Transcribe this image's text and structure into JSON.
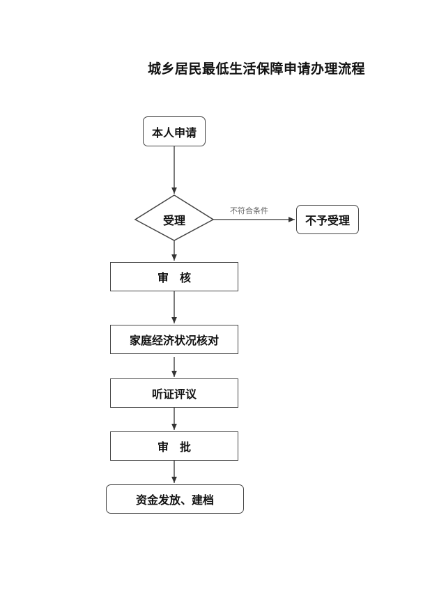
{
  "title": "城乡居民最低生活保障申请办理流程",
  "nodes": {
    "apply": "本人申请",
    "accept": "受理",
    "reject": "不予受理",
    "review": "审　核",
    "verify": "家庭经济状况核对",
    "hearing": "听证评议",
    "approve": "审　批",
    "disburse": "资金发放、建档"
  },
  "edge_labels": {
    "not_qualified": "不符合条件"
  },
  "colors": {
    "line": "#444444",
    "label": "#666666"
  }
}
